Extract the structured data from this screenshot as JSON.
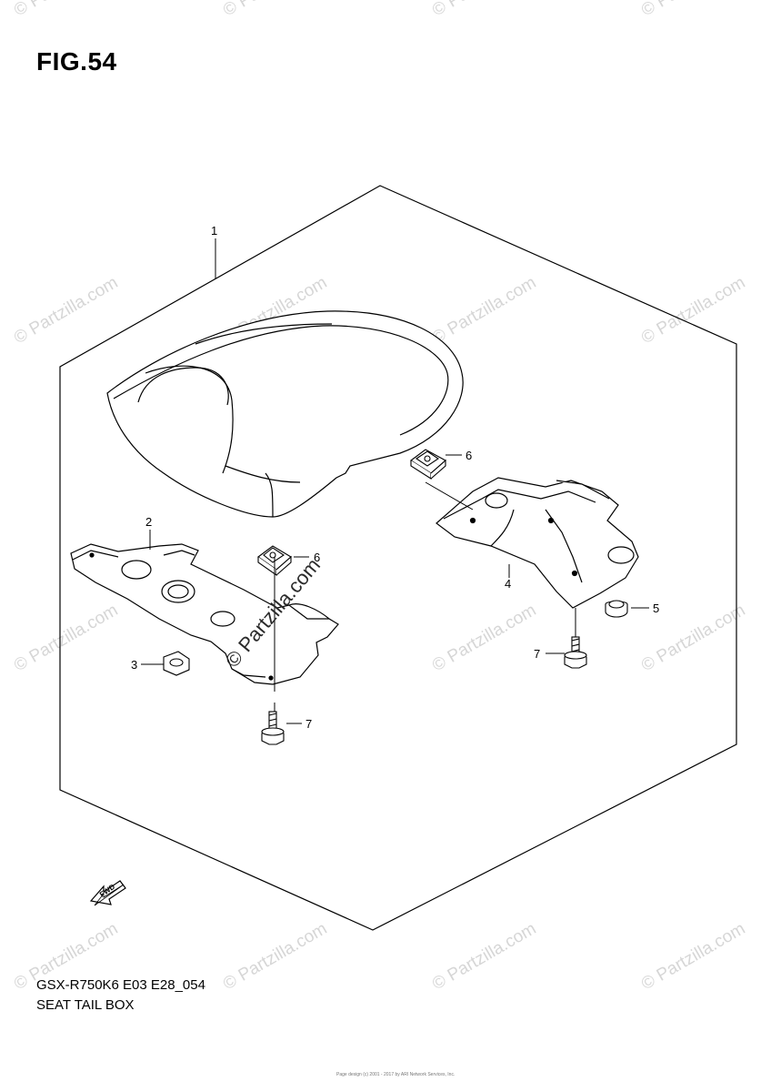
{
  "figure_title": "FIG.54",
  "model_code": "GSX-R750K6 E03 E28_054",
  "caption": "SEAT TAIL BOX",
  "watermark_text": "© Partzilla.com",
  "watermark_color": "#d6d6d6",
  "fwd_label": "FWD",
  "footer_note": "Page design (c) 2001 - 2017 by ARI Network Services, Inc.",
  "callouts": {
    "c1": "1",
    "c2": "2",
    "c3": "3",
    "c4": "4",
    "c5": "5",
    "c6a": "6",
    "c6b": "6",
    "c7a": "7",
    "c7b": "7"
  }
}
